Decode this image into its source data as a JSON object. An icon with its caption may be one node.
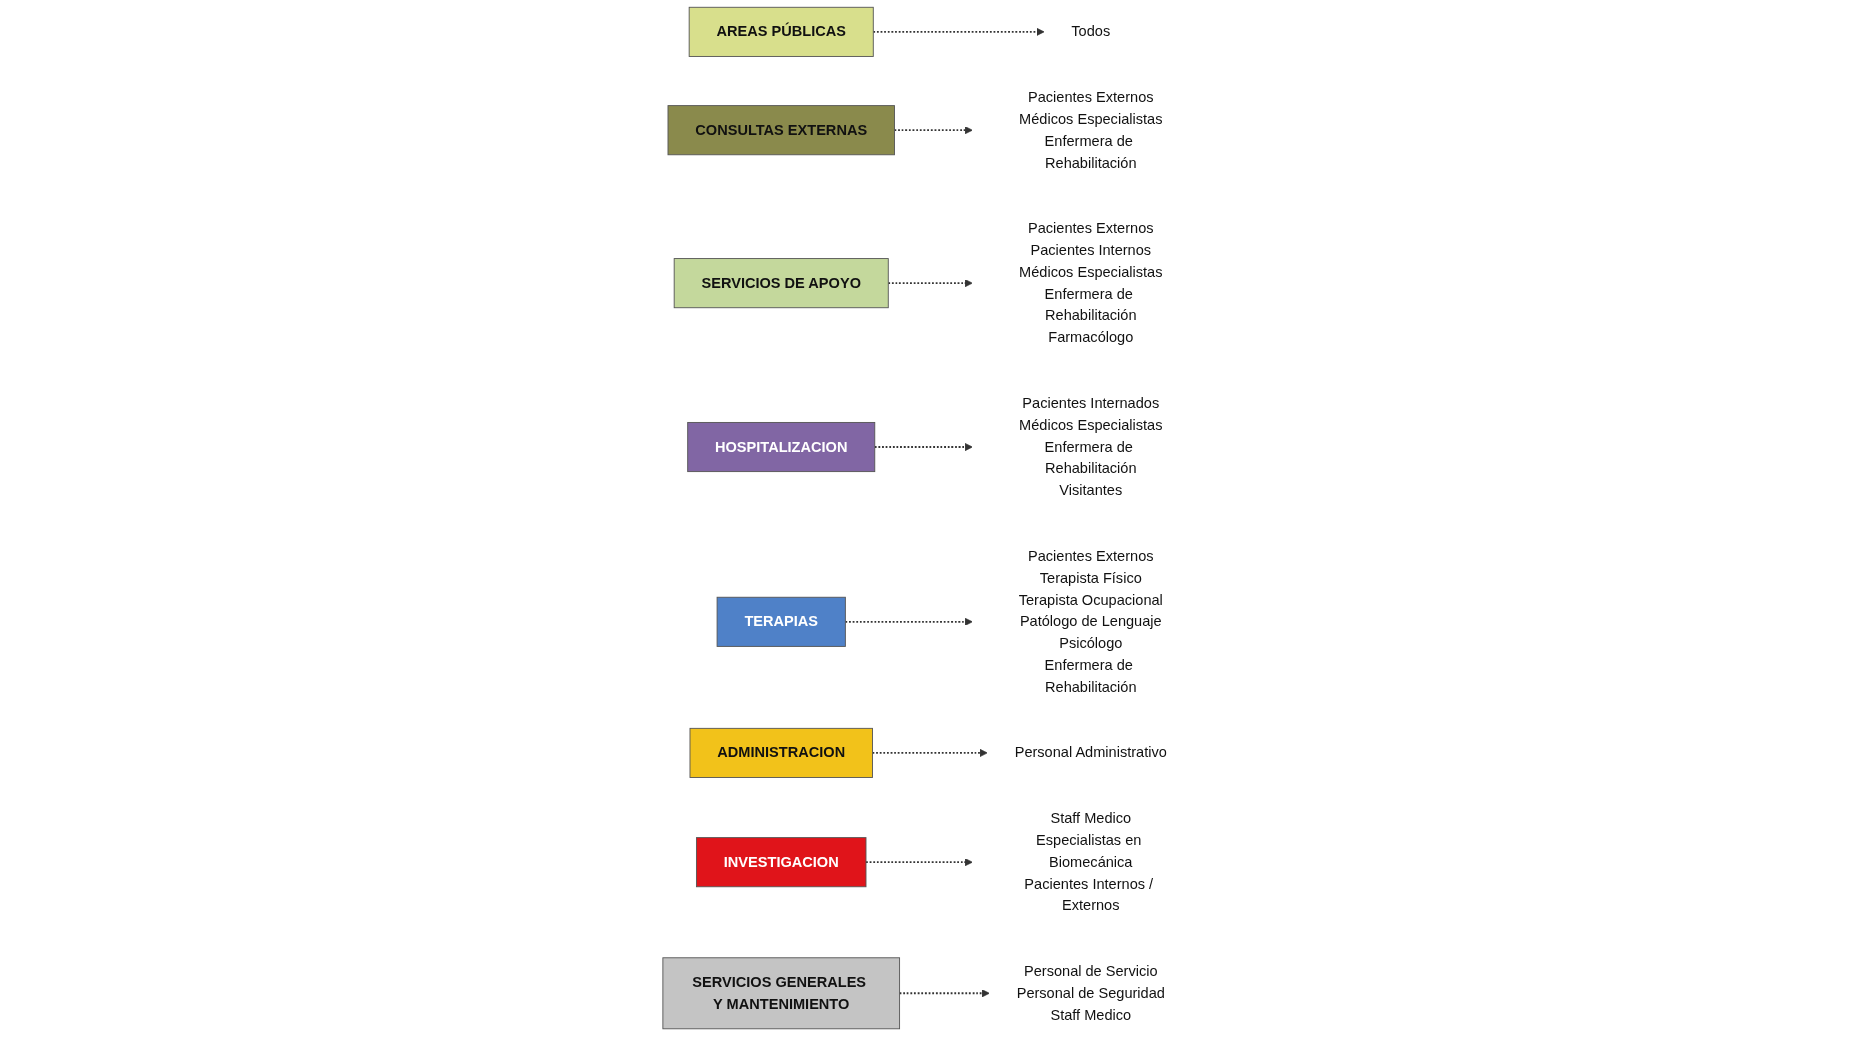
{
  "diagram": {
    "nodes": [
      {
        "text": [
          "AREAS PÚBLICAS"
        ]
      },
      {
        "text": [
          "Todos"
        ]
      },
      {
        "text": [
          "CONSULTAS EXTERNAS"
        ]
      },
      {
        "text": [
          "Pacientes Externos",
          "Médicos Especialistas",
          "Enfermera de Rehabilitación"
        ]
      },
      {
        "text": [
          "SERVICIOS DE APOYO"
        ]
      },
      {
        "text": [
          "Pacientes Externos",
          "Pacientes Internos",
          "Médicos Especialistas",
          "Enfermera de Rehabilitación",
          "Farmacólogo"
        ]
      },
      {
        "text": [
          "HOSPITALIZACION"
        ]
      },
      {
        "text": [
          "Pacientes Internados",
          "Médicos Especialistas",
          "Enfermera de Rehabilitación",
          "Visitantes"
        ]
      },
      {
        "text": [
          "TERAPIAS"
        ]
      },
      {
        "text": [
          "Pacientes Externos",
          "Terapista Físico",
          "Terapista Ocupacional",
          "Patólogo de Lenguaje",
          "Psicólogo",
          "Enfermera de Rehabilitación"
        ]
      },
      {
        "text": [
          "ADMINISTRACION"
        ]
      },
      {
        "text": [
          "Personal Administrativo"
        ]
      },
      {
        "text": [
          "INVESTIGACION"
        ]
      },
      {
        "text": [
          "Staff Medico",
          "Especialistas en Biomecánica",
          "Pacientes Internos / Externos"
        ]
      },
      {
        "text": [
          "SERVICIOS GENERALES Y MANTENIMIENTO"
        ]
      },
      {
        "text": [
          "Personal de Servicio",
          "Personal de Seguridad",
          "Staff Medico"
        ]
      }
    ],
    "edges": [
      {
        "from": 0,
        "to": 1,
        "arrow": "to",
        "style": "dashed"
      },
      {
        "from": 2,
        "to": 3,
        "arrow": "to",
        "style": "dashed"
      },
      {
        "from": 4,
        "to": 5,
        "arrow": "to",
        "style": "dashed"
      },
      {
        "from": 6,
        "to": 7,
        "arrow": "to",
        "style": "dashed"
      },
      {
        "from": 8,
        "to": 9,
        "arrow": "to",
        "style": "dashed"
      },
      {
        "from": 10,
        "to": 11,
        "arrow": "to",
        "style": "dashed"
      },
      {
        "from": 12,
        "to": 13,
        "arrow": "to",
        "style": "dashed"
      },
      {
        "from": 14,
        "to": 15,
        "arrow": "to",
        "style": "dashed"
      }
    ]
  }
}
